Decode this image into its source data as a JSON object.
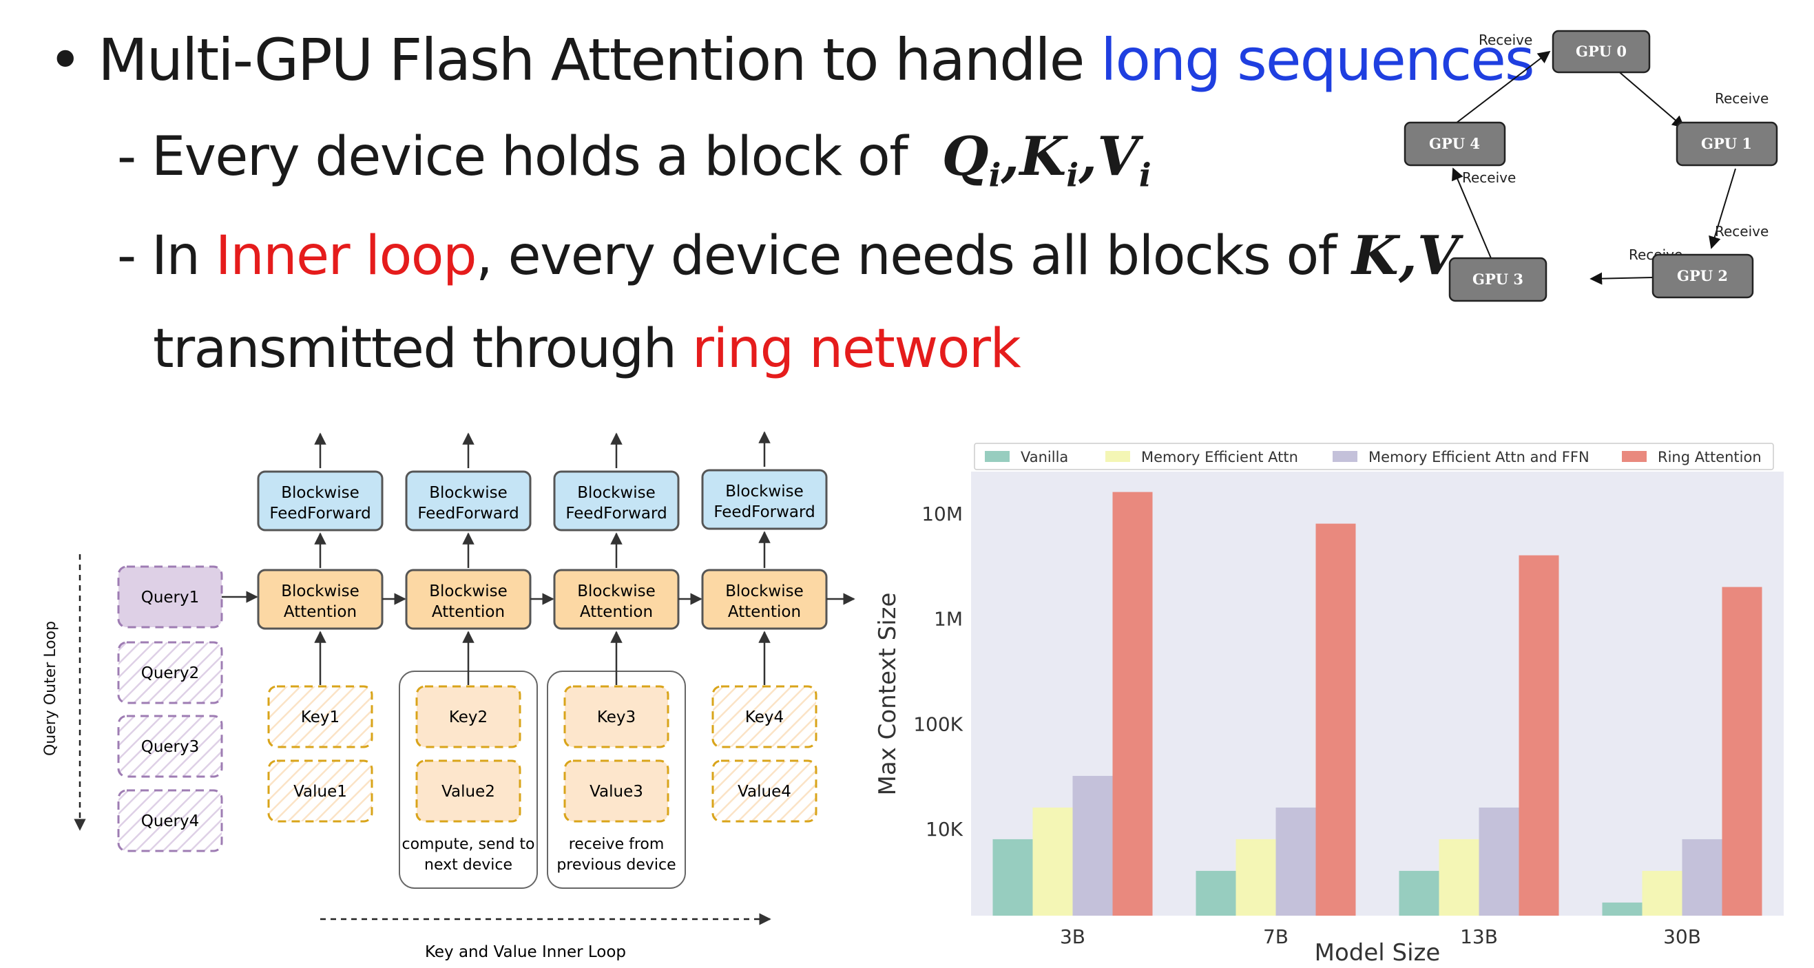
{
  "slide": {
    "bullet": "•",
    "title_part1": "Multi-GPU Flash Attention",
    "title_part2": " to handle ",
    "title_part3": "long sequences",
    "sub1_text": "- Every device holds a block of",
    "sub1_math_q": "Q",
    "sub1_math_k": "K",
    "sub1_math_v": "V",
    "sub1_math_sub": "i",
    "sub2_dash": "- In ",
    "sub2_red": "Inner loop",
    "sub2_text": ", every device needs all blocks of",
    "sub2_math": "K,V",
    "sub3_text": "transmitted through ",
    "sub3_red": "ring network"
  },
  "ring": {
    "nodes": [
      "GPU 0",
      "GPU 1",
      "GPU 2",
      "GPU 3",
      "GPU 4"
    ],
    "edge_label": "Receive"
  },
  "blockwise": {
    "feedforward": [
      "Blockwise",
      "FeedForward"
    ],
    "attention": [
      "Blockwise",
      "Attention"
    ],
    "queries": [
      "Query1",
      "Query2",
      "Query3",
      "Query4"
    ],
    "keys": [
      "Key1",
      "Key2",
      "Key3",
      "Key4"
    ],
    "values": [
      "Value1",
      "Value2",
      "Value3",
      "Value4"
    ],
    "send_note": [
      "compute, send to",
      "next device"
    ],
    "recv_note": [
      "receive from",
      "previous device"
    ],
    "outer_loop_label": "Query Outer Loop",
    "inner_loop_label": "Key and Value Inner Loop",
    "colors": {
      "ff": "#c5e4f5",
      "attn": "#fcd8a4",
      "query": "#ded0e6",
      "kv_fill": "#fde6cc",
      "kv_border": "#d9a41a",
      "q_border": "#9e7cb3"
    }
  },
  "chart_data": {
    "type": "bar",
    "scale": "log",
    "categories": [
      "3B",
      "7B",
      "13B",
      "30B"
    ],
    "series": [
      {
        "name": "Vanilla",
        "color": "#97cdbf",
        "values": [
          8000,
          4000,
          4000,
          2000
        ]
      },
      {
        "name": "Memory Efficient Attn",
        "color": "#f4f6b5",
        "values": [
          16000,
          8000,
          8000,
          4000
        ]
      },
      {
        "name": "Memory Efficient Attn and FFN",
        "color": "#c4c1da",
        "values": [
          32000,
          16000,
          16000,
          8000
        ]
      },
      {
        "name": "Ring Attention",
        "color": "#e9897e",
        "values": [
          16000000,
          8000000,
          4000000,
          2000000
        ]
      }
    ],
    "yticks": [
      {
        "value": 10000,
        "label": "10K"
      },
      {
        "value": 100000,
        "label": "100K"
      },
      {
        "value": 1000000,
        "label": "1M"
      },
      {
        "value": 10000000,
        "label": "10M"
      }
    ],
    "ylim": [
      1500,
      25000000
    ],
    "xlabel": "Model Size",
    "ylabel": "Max Context Size",
    "legend_position": "top",
    "grid": false,
    "background": "#e9eaf3"
  }
}
